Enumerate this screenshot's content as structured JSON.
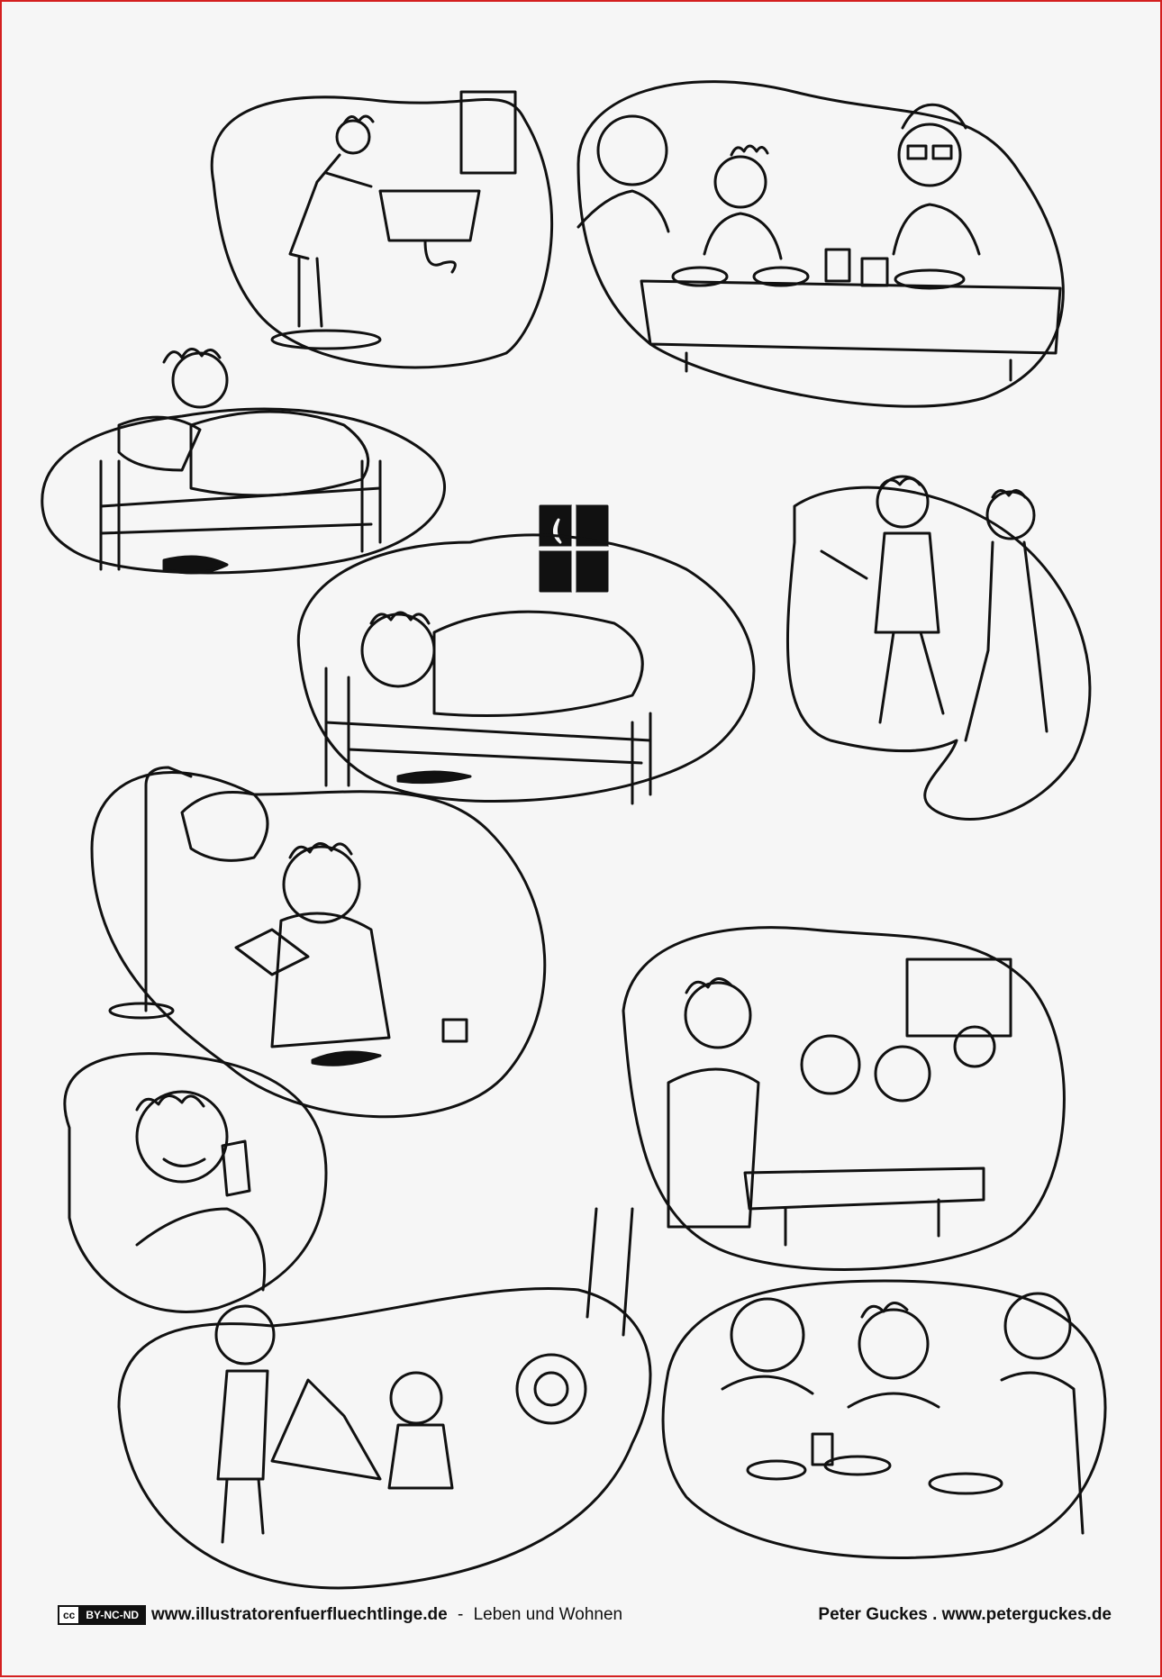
{
  "footer": {
    "cc_symbol": "cc",
    "license": "BY-NC-ND",
    "site": "www.illustratorenfuerfluechtlinge.de",
    "separator": " - ",
    "topic": "Leben und Wohnen",
    "artist": "Peter Guckes . www.peterguckes.de"
  },
  "colors": {
    "frame": "#d42020",
    "ink": "#111111",
    "paper": "#f6f6f6"
  }
}
